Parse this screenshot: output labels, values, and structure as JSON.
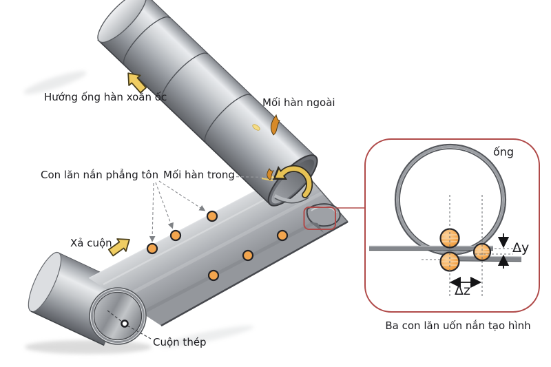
{
  "scene": {
    "labels": {
      "direction": "Hướng ống hàn xoắn ốc",
      "outer_weld": "Mối hàn ngoài",
      "inner_weld": "Mối hàn trong",
      "flattening_rollers": "Con lăn nắn phẳng tôn",
      "uncoil": "Xả cuộn",
      "steel_coil": "Cuộn thép"
    },
    "inset": {
      "pipe": "ống",
      "delta_y": "Δy",
      "delta_z": "Δz",
      "caption": "Ba con lăn uốn nắn tạo hình"
    },
    "counts": {
      "strip_top_rollers": 3,
      "strip_bottom_rollers": 3,
      "inset_forming_rollers": 3
    },
    "colors": {
      "accent_red": "#b04a49",
      "roller_orange": "#f2a54e",
      "arrow_yellow": "#eec95d",
      "steel_light": "#e9ebee",
      "steel_mid": "#b0b4b9",
      "steel_dark": "#6f7278",
      "text": "#1c1c20",
      "background": "#ffffff"
    }
  }
}
